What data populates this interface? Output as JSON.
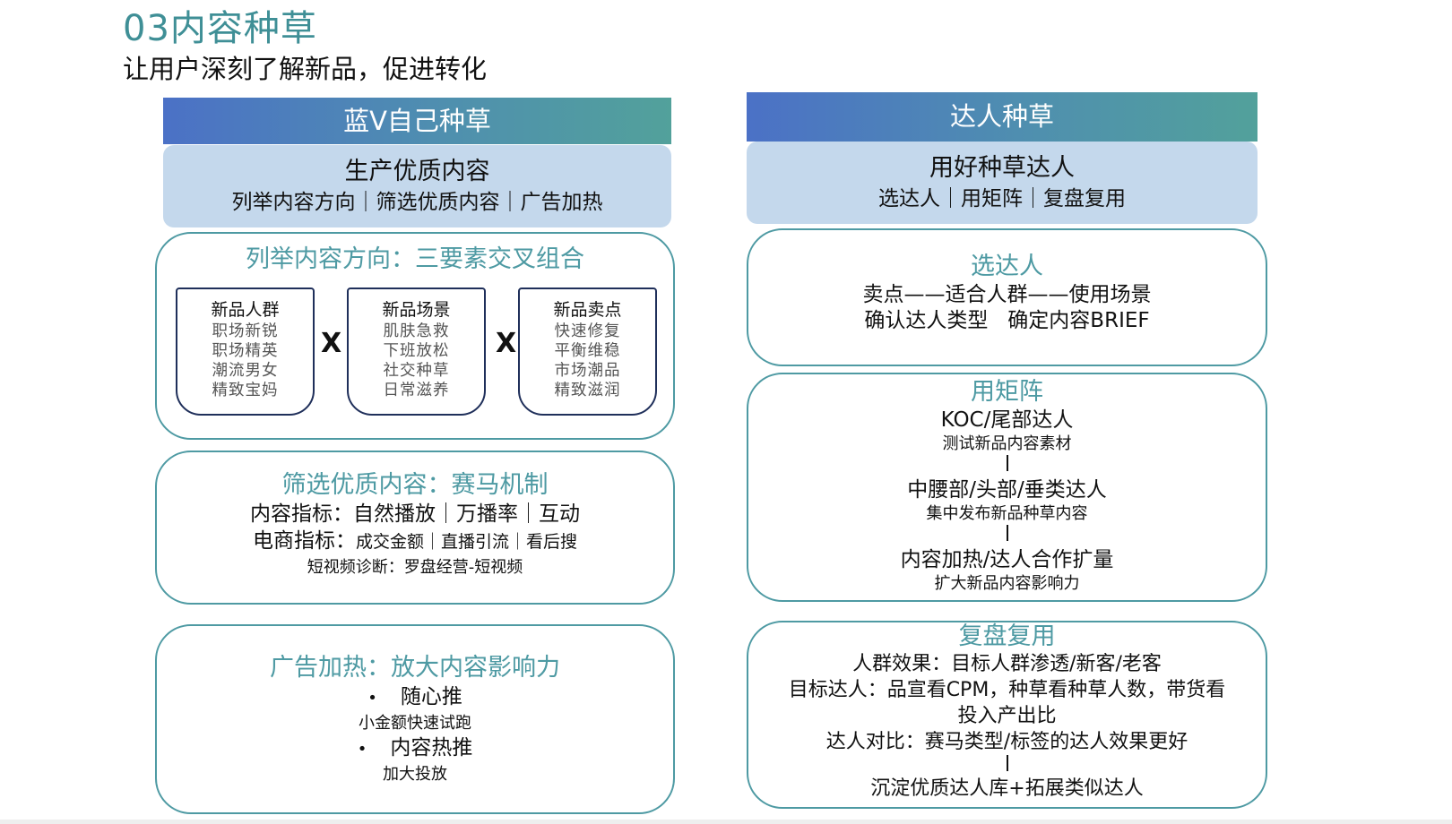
{
  "header": {
    "title": "03内容种草",
    "subtitle": "让用户深刻了解新品，促进转化"
  },
  "left": {
    "banner": "蓝V自己种草",
    "summary": {
      "heading": "生产优质内容",
      "sub": "列举内容方向｜筛选优质内容｜广告加热"
    },
    "card1": {
      "heading": "列举内容方向：三要素交叉组合",
      "times": "X",
      "boxes": [
        {
          "heading": "新品人群",
          "items": [
            "职场新锐",
            "职场精英",
            "潮流男女",
            "精致宝妈"
          ]
        },
        {
          "heading": "新品场景",
          "items": [
            "肌肤急救",
            "下班放松",
            "社交种草",
            "日常滋养"
          ]
        },
        {
          "heading": "新品卖点",
          "items": [
            "快速修复",
            "平衡维稳",
            "市场潮品",
            "精致滋润"
          ]
        }
      ]
    },
    "card2": {
      "heading": "筛选优质内容：赛马机制",
      "line1": "内容指标：自然播放｜万播率｜互动",
      "line2_label": "电商指标：",
      "line2_value": "成交金额｜直播引流｜看后搜",
      "line3": "短视频诊断：罗盘经营-短视频"
    },
    "card3": {
      "heading": "广告加热：放大内容影响力",
      "bullet": "•",
      "item1": "随心推",
      "item1_sub": "小金额快速试跑",
      "item2": "内容热推",
      "item2_sub": "加大投放"
    }
  },
  "right": {
    "banner": "达人种草",
    "summary": {
      "heading": "用好种草达人",
      "sub": "选达人｜用矩阵｜复盘复用"
    },
    "card1": {
      "heading": "选达人",
      "line1": "卖点——适合人群——使用场景",
      "line2": "确认达人类型   确定内容BRIEF"
    },
    "card2": {
      "heading": "用矩阵",
      "tier1": "KOC/尾部达人",
      "tier1_sub": "测试新品内容素材",
      "tier2": "中腰部/头部/垂类达人",
      "tier2_sub": "集中发布新品种草内容",
      "tier3": "内容加热/达人合作扩量",
      "tier3_sub": "扩大新品内容影响力"
    },
    "card3": {
      "heading": "复盘复用",
      "line1": "人群效果：目标人群渗透/新客/老客",
      "line2": "目标达人：品宣看CPM，种草看种草人数，带货看",
      "line3": "投入产出比",
      "line4": "达人对比：赛马类型/标签的达人效果更好",
      "line5": "沉淀优质达人库+拓展类似达人"
    }
  },
  "colors": {
    "accent_teal": "#4e9aa3",
    "title_teal": "#3f8f96",
    "summary_bg": "#c4d8ec",
    "banner_start": "#4b71c6",
    "banner_end": "#52a19b",
    "mini_border": "#1f2f5a"
  }
}
